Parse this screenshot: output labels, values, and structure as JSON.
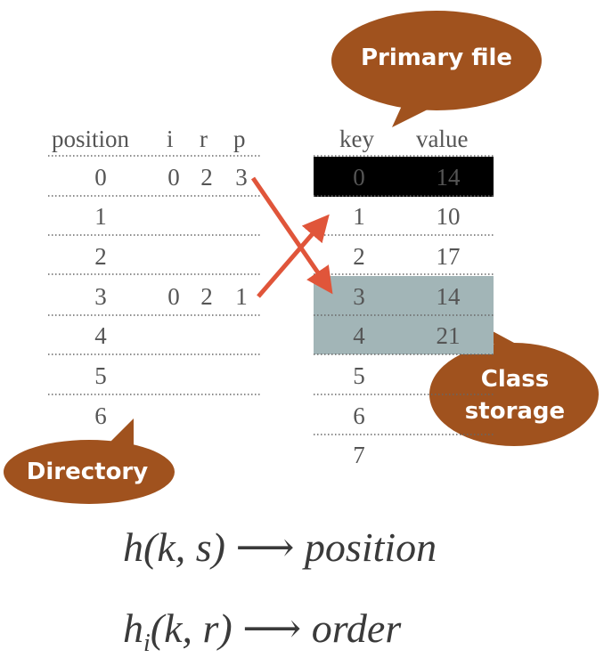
{
  "bubbles": {
    "primary_file": "Primary file",
    "class_storage_line1": "Class",
    "class_storage_line2": "storage",
    "directory": "Directory"
  },
  "directory": {
    "headers": [
      "position",
      "i",
      "r",
      "p"
    ],
    "rows": [
      {
        "position": "0",
        "i": "0",
        "r": "2",
        "p": "3"
      },
      {
        "position": "1",
        "i": "",
        "r": "",
        "p": ""
      },
      {
        "position": "2",
        "i": "",
        "r": "",
        "p": ""
      },
      {
        "position": "3",
        "i": "0",
        "r": "2",
        "p": "1"
      },
      {
        "position": "4",
        "i": "",
        "r": "",
        "p": ""
      },
      {
        "position": "5",
        "i": "",
        "r": "",
        "p": ""
      },
      {
        "position": "6",
        "i": "",
        "r": "",
        "p": ""
      }
    ]
  },
  "primary_file": {
    "headers": [
      "key",
      "value"
    ],
    "rows": [
      {
        "key": "0",
        "value": "14",
        "highlight": "black"
      },
      {
        "key": "1",
        "value": "10",
        "highlight": "none"
      },
      {
        "key": "2",
        "value": "17",
        "highlight": "none"
      },
      {
        "key": "3",
        "value": "14",
        "highlight": "gray"
      },
      {
        "key": "4",
        "value": "21",
        "highlight": "gray"
      },
      {
        "key": "5",
        "value": "",
        "highlight": "none"
      },
      {
        "key": "6",
        "value": "",
        "highlight": "none"
      },
      {
        "key": "7",
        "value": "",
        "highlight": "none"
      }
    ]
  },
  "formulas": {
    "f1_func": "h",
    "f1_args": "(k, s)",
    "f1_arrow": "⟶",
    "f1_result": "position",
    "f2_func": "h",
    "f2_sub": "i",
    "f2_args": "(k, r)",
    "f2_arrow": "⟶",
    "f2_result": "order"
  },
  "colors": {
    "bubble": "#a0521e",
    "arrow": "#e0553a",
    "black_row": "#000000",
    "gray_row": "#a2b5b7"
  }
}
